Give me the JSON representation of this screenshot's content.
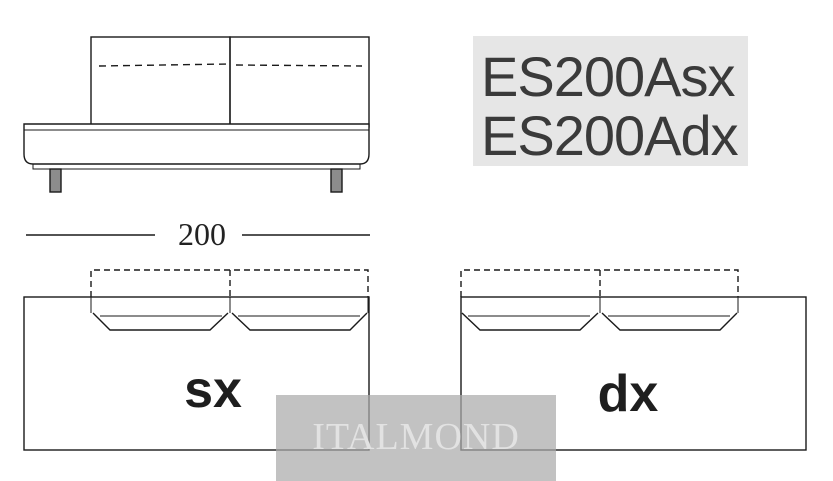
{
  "model_codes": [
    "ES200Asx",
    "ES200Adx"
  ],
  "dimension": {
    "width_label": "200"
  },
  "modules": {
    "left_label": "sx",
    "right_label": "dx"
  },
  "watermark": {
    "text": "ITALMOND"
  },
  "colors": {
    "line": "#1a1a1a",
    "code_background": "#e6e6e6",
    "code_text": "#3a3a3a",
    "leg_fill": "#8c8c8c",
    "watermark_bg": "#aaaaaa",
    "watermark_text": "#e2e2e2"
  }
}
